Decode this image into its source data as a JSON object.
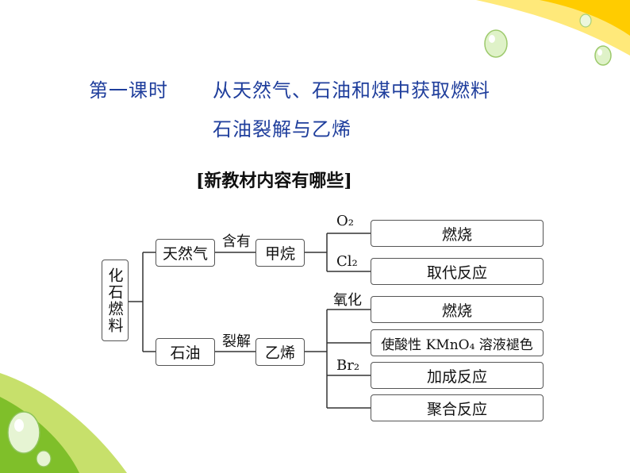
{
  "title": {
    "lesson": "第一课时",
    "topic": "从天然气、石油和煤中获取燃料",
    "subtopic": "石油裂解与乙烯"
  },
  "section_heading": "[新教材内容有哪些]",
  "diagram": {
    "root": "化石燃料",
    "branches": [
      {
        "source": "天然气",
        "relation": "含有",
        "substance": "甲烷"
      },
      {
        "source": "石油",
        "relation": "裂解",
        "substance": "乙烯"
      }
    ],
    "methane_reactions": [
      {
        "reagent": "O₂",
        "result": "燃烧"
      },
      {
        "reagent": "Cl₂",
        "result": "取代反应"
      }
    ],
    "ethylene_reactions": [
      {
        "reagent": "氧化",
        "result": "燃烧"
      },
      {
        "reagent": "",
        "result": "使酸性 KMnO₄ 溶液褪色"
      },
      {
        "reagent": "Br₂",
        "result": "加成反应"
      },
      {
        "reagent": "",
        "result": "聚合反应"
      }
    ]
  },
  "colors": {
    "title": "#1f3e9c",
    "accent_top": "#ffcc00",
    "accent_bottom": "#8dc63f"
  }
}
